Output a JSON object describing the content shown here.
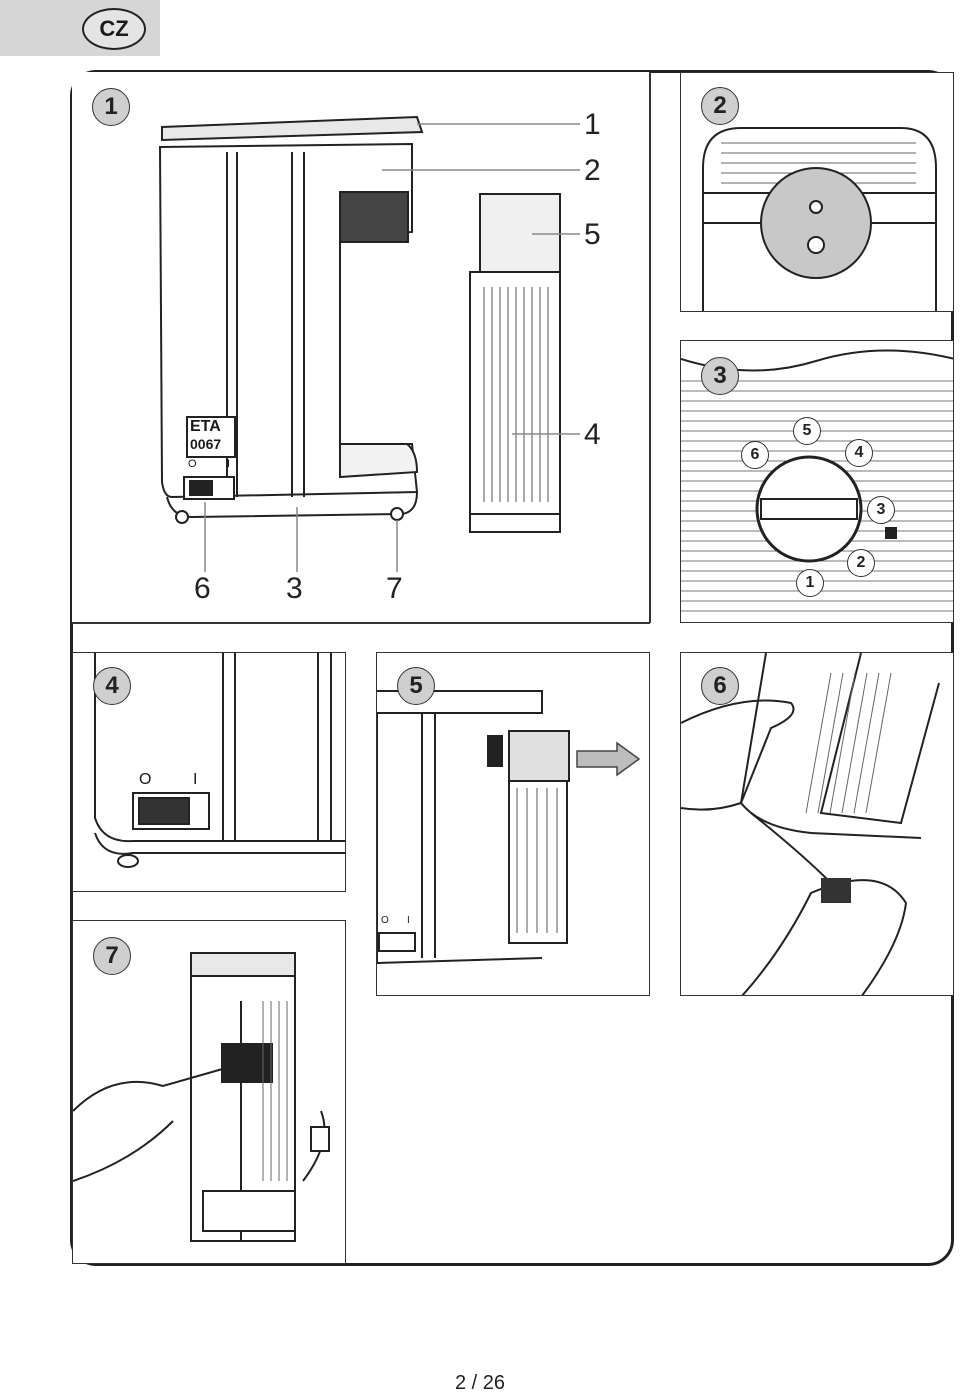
{
  "language_code": "CZ",
  "panels": [
    {
      "number": "1",
      "callouts": {
        "lid": "1",
        "water_tank": "2",
        "filter_cap": "5",
        "filter": "4",
        "switch": "6",
        "base": "3",
        "foot": "7"
      },
      "appliance_label": {
        "brand": "ETA",
        "model": "0067",
        "off_mark": "O",
        "on_mark": "I"
      }
    },
    {
      "number": "2"
    },
    {
      "number": "3",
      "dial_positions": [
        "1",
        "2",
        "3",
        "4",
        "5",
        "6"
      ]
    },
    {
      "number": "4",
      "off_mark": "O",
      "on_mark": "I"
    },
    {
      "number": "5",
      "off_mark": "O",
      "on_mark": "I"
    },
    {
      "number": "6"
    },
    {
      "number": "7"
    }
  ],
  "footer": {
    "page": "2  / 26"
  },
  "colors": {
    "tab": "#d6d6d6",
    "badge": "#cfcfcf",
    "line": "#222222",
    "shade": "#bdbdbd"
  }
}
